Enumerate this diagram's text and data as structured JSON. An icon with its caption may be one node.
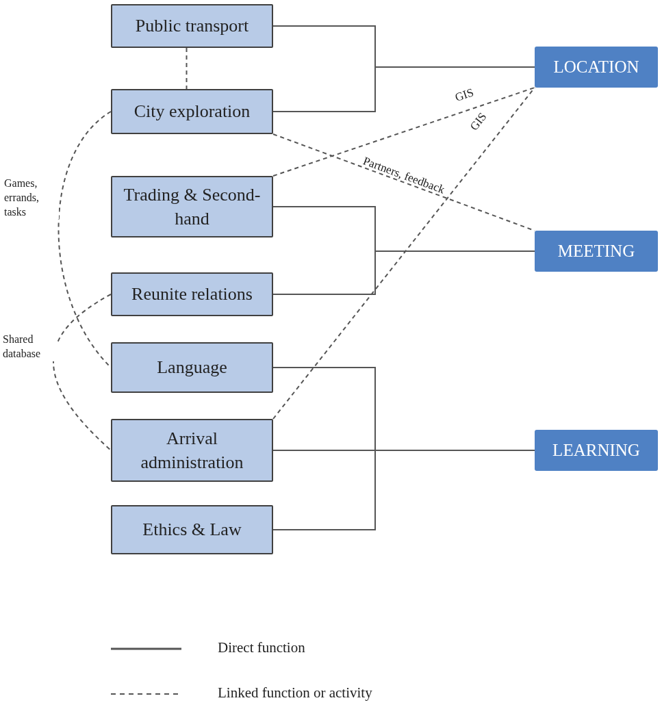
{
  "diagram": {
    "nodes": [
      {
        "text": [
          "Public transport"
        ]
      },
      {
        "text": [
          "City exploration"
        ]
      },
      {
        "text": [
          "Trading & Second-hand"
        ]
      },
      {
        "text": [
          "Reunite relations"
        ]
      },
      {
        "text": [
          "Language"
        ]
      },
      {
        "text": [
          "Arrival administration"
        ]
      },
      {
        "text": [
          "Ethics & Law"
        ]
      },
      {
        "text": [
          "LOCATION"
        ]
      },
      {
        "text": [
          "MEETING"
        ]
      },
      {
        "text": [
          "LEARNING"
        ]
      }
    ],
    "edges": [
      {
        "from": 0,
        "to": 7,
        "arrow": "none"
      },
      {
        "from": 1,
        "to": 7,
        "arrow": "none"
      },
      {
        "from": 2,
        "to": 8,
        "arrow": "none"
      },
      {
        "from": 3,
        "to": 8,
        "arrow": "none"
      },
      {
        "from": 4,
        "to": 9,
        "arrow": "none"
      },
      {
        "from": 5,
        "to": 9,
        "arrow": "none"
      },
      {
        "from": 6,
        "to": 9,
        "arrow": "none"
      },
      {
        "from": 0,
        "to": 1,
        "arrow": "none",
        "style": "dashed"
      },
      {
        "from": 2,
        "to": 7,
        "arrow": "none",
        "style": "dashed",
        "label": "GIS"
      },
      {
        "from": 5,
        "to": 7,
        "arrow": "none",
        "style": "dashed",
        "label": "GIS"
      },
      {
        "from": 1,
        "to": 8,
        "arrow": "none",
        "style": "dashed",
        "label": "Partners, feedback"
      },
      {
        "from": 1,
        "to": 4,
        "arrow": "none",
        "style": "dashed",
        "label": "Games, errands, tasks"
      },
      {
        "from": 3,
        "to": 5,
        "arrow": "none",
        "style": "dashed",
        "label": "Shared database"
      }
    ],
    "legend": [
      {
        "text": "Direct function"
      },
      {
        "text": "Linked function or activity"
      }
    ]
  }
}
